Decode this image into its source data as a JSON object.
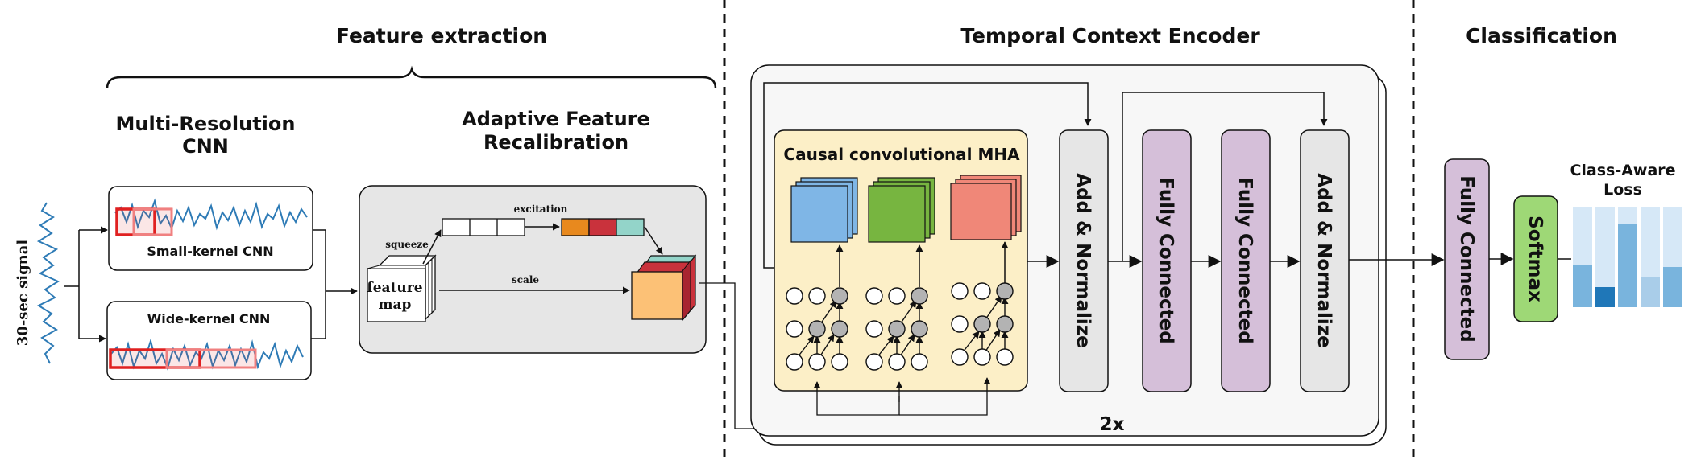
{
  "sections": {
    "feature_extraction": "Feature extraction",
    "temporal_context_encoder": "Temporal Context Encoder",
    "classification": "Classification"
  },
  "feature_extraction": {
    "mrcnn_title_line1": "Multi-Resolution",
    "mrcnn_title_line2": "CNN",
    "afr_title_line1": "Adaptive Feature",
    "afr_title_line2": "Recalibration",
    "input_label": "30-sec signal",
    "small_kernel_label": "Small-kernel CNN",
    "wide_kernel_label": "Wide-kernel CNN",
    "feature_map_line1": "feature",
    "feature_map_line2": "map",
    "squeeze_label": "squeeze",
    "excitation_label": "excitation",
    "scale_label": "scale"
  },
  "encoder": {
    "mha_title": "Causal convolutional MHA",
    "add_norm_1": "Add & Normalize",
    "fc_1": "Fully Connected",
    "fc_2": "Fully Connected",
    "add_norm_2": "Add & Normalize",
    "repeat_label": "2x"
  },
  "classifier": {
    "fc_label": "Fully Connected",
    "softmax_label": "Softmax",
    "loss_line1": "Class-Aware",
    "loss_line2": "Loss"
  },
  "colors": {
    "signal": "#2e7bb6",
    "kernel_red": "#e03030",
    "panel_gray": "#e6e6e6",
    "mha_yellow": "#fcefc7",
    "head_blue": "#7fb6e6",
    "head_green": "#77b540",
    "head_red": "#f08778",
    "fc_purple": "#d5bfd9",
    "softmax_green": "#9ed876",
    "loss_bar_light": "#d6e8f7",
    "loss_bar_mid": "#79b4dd",
    "loss_bar_dark": "#1f77b8",
    "excitation_orange": "#e8891e",
    "excitation_red": "#c9323c",
    "excitation_teal": "#93d4c9",
    "cube_orange": "#fcc176"
  },
  "icons": [
    "signal-waveform-icon",
    "feature-cube-icon",
    "attention-head-icon",
    "neuron-graph-icon",
    "loss-bars-icon"
  ]
}
